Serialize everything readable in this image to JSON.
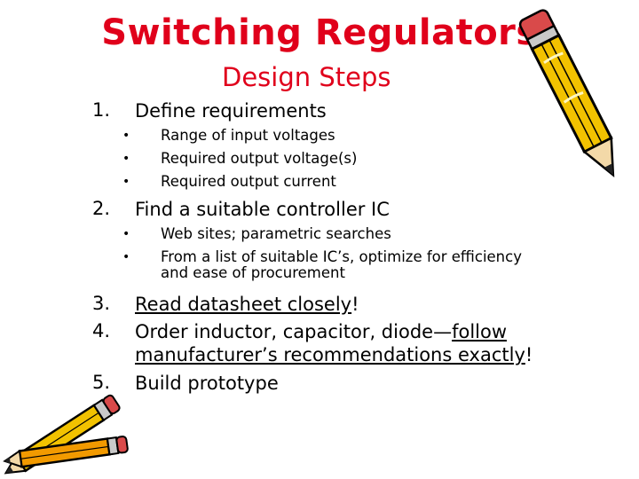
{
  "title": "Switching Regulators",
  "subtitle": "Design Steps",
  "steps": [
    {
      "number": "1.",
      "text": "Define requirements",
      "bullets": [
        "Range of input voltages",
        "Required output voltage(s)",
        "Required output current"
      ]
    },
    {
      "number": "2.",
      "text": "Find a suitable controller IC",
      "bullets": [
        "Web sites; parametric searches",
        "From a list of suitable IC’s, optimize for efficiency",
        "and ease of procurement"
      ]
    },
    {
      "number": "3.",
      "parts": [
        "Read datasheet closely",
        "!"
      ]
    },
    {
      "number": "4.",
      "parts": [
        "Order inductor, capacitor, diode—",
        "follow",
        "manufacturer’s recommendations exactly",
        "!"
      ]
    },
    {
      "number": "5.",
      "text": "Build prototype"
    }
  ],
  "bullet_symbol": "•",
  "icons": [
    "pencil-icon",
    "pencils-icon"
  ],
  "colors": {
    "title": "#e0001b",
    "text": "#000000",
    "pencil_body": "#f2c200"
  }
}
